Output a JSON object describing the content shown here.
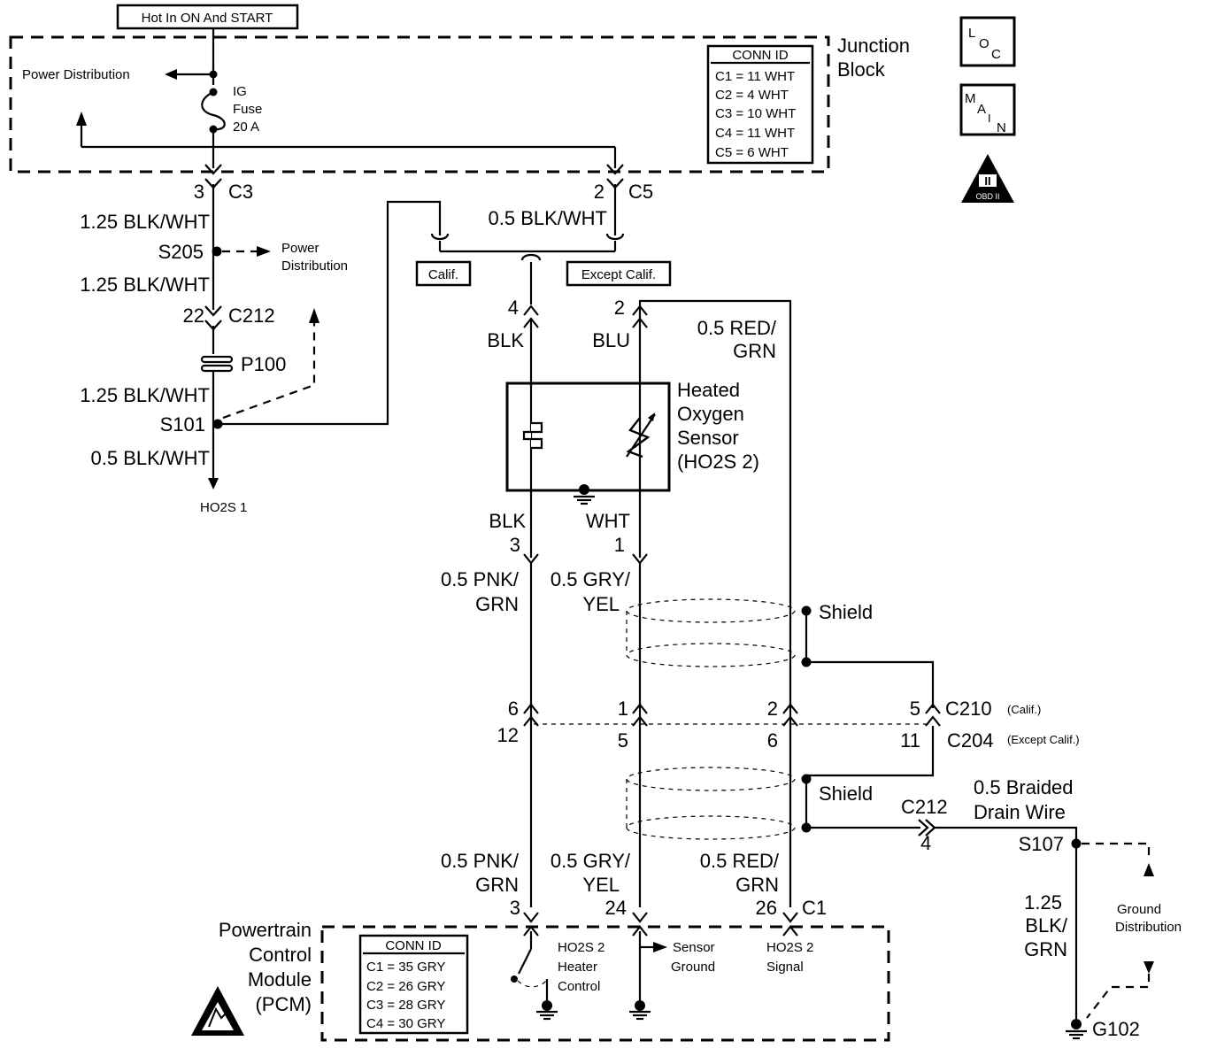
{
  "header": {
    "hot_label": "Hot In ON And START"
  },
  "junction_block": {
    "title_line1": "Junction",
    "title_line2": "Block",
    "power_dist": "Power Distribution",
    "fuse_name": "IG",
    "fuse_word": "Fuse",
    "fuse_rating": "20 A",
    "conn_id_title": "CONN ID",
    "conn_ids": [
      "C1 = 11 WHT",
      "C2 = 4 WHT",
      "C3 = 10 WHT",
      "C4 = 11 WHT",
      "C5 = 6 WHT"
    ]
  },
  "symbols": {
    "loc_l": "L",
    "loc_o": "O",
    "loc_c": "C",
    "main_m": "M",
    "main_a": "A",
    "main_i": "I",
    "main_n": "N",
    "obd_ii": "II",
    "obd_text": "OBD II"
  },
  "left_circuit": {
    "c3_pin": "3",
    "c3_label": "C3",
    "wire1": "1.25 BLK/WHT",
    "s205": "S205",
    "pd_line1": "Power",
    "pd_line2": "Distribution",
    "wire2": "1.25 BLK/WHT",
    "c212_pin": "22",
    "c212_label": "C212",
    "p100": "P100",
    "wire3": "1.25 BLK/WHT",
    "s101": "S101",
    "wire4": "0.5 BLK/WHT",
    "ho2s1": "HO2S 1"
  },
  "c5_branch": {
    "c5_pin": "2",
    "c5_label": "C5",
    "wire": "0.5 BLK/WHT",
    "calif": "Calif.",
    "except_calif": "Except Calif."
  },
  "sensor": {
    "pin4": "4",
    "blk_top": "BLK",
    "pin2": "2",
    "blu_top": "BLU",
    "red_grn_top_1": "0.5 RED/",
    "red_grn_top_2": "GRN",
    "name_1": "Heated",
    "name_2": "Oxygen",
    "name_3": "Sensor",
    "name_4": "(HO2S 2)",
    "blk_bot": "BLK",
    "pin3": "3",
    "wht_bot": "WHT",
    "pin1": "1"
  },
  "middle": {
    "pnk_grn_1": "0.5 PNK/",
    "pnk_grn_2": "GRN",
    "gry_yel_1": "0.5 GRY/",
    "gry_yel_2": "YEL",
    "shield": "Shield",
    "c210_pins": [
      "6",
      "1",
      "2",
      "5"
    ],
    "c210_label": "C210",
    "c210_note": "(Calif.)",
    "c204_pins": [
      "12",
      "5",
      "6",
      "11"
    ],
    "c204_label": "C204",
    "c204_note": "(Except Calif.)",
    "shield2": "Shield",
    "c212_label": "C212",
    "c212_pin": "4",
    "drain_1": "0.5 Braided",
    "drain_2": "Drain Wire",
    "s107": "S107",
    "ground_wire_1": "1.25",
    "ground_wire_2": "BLK/",
    "ground_wire_3": "GRN",
    "gd_1": "Ground",
    "gd_2": "Distribution",
    "g102": "G102"
  },
  "pcm": {
    "pnk_grn_1": "0.5 PNK/",
    "pnk_grn_2": "GRN",
    "pin3": "3",
    "gry_yel_1": "0.5 GRY/",
    "gry_yel_2": "YEL",
    "pin24": "24",
    "red_grn_1": "0.5 RED/",
    "red_grn_2": "GRN",
    "pin26": "26",
    "c1_label": "C1",
    "name_1": "Powertrain",
    "name_2": "Control",
    "name_3": "Module",
    "name_4": "(PCM)",
    "conn_id_title": "CONN ID",
    "conn_ids": [
      "C1 = 35 GRY",
      "C2 = 26 GRY",
      "C3 = 28 GRY",
      "C4 = 30 GRY"
    ],
    "heater_1": "HO2S 2",
    "heater_2": "Heater",
    "heater_3": "Control",
    "sg_1": "Sensor",
    "sg_2": "Ground",
    "sig_1": "HO2S 2",
    "sig_2": "Signal"
  }
}
